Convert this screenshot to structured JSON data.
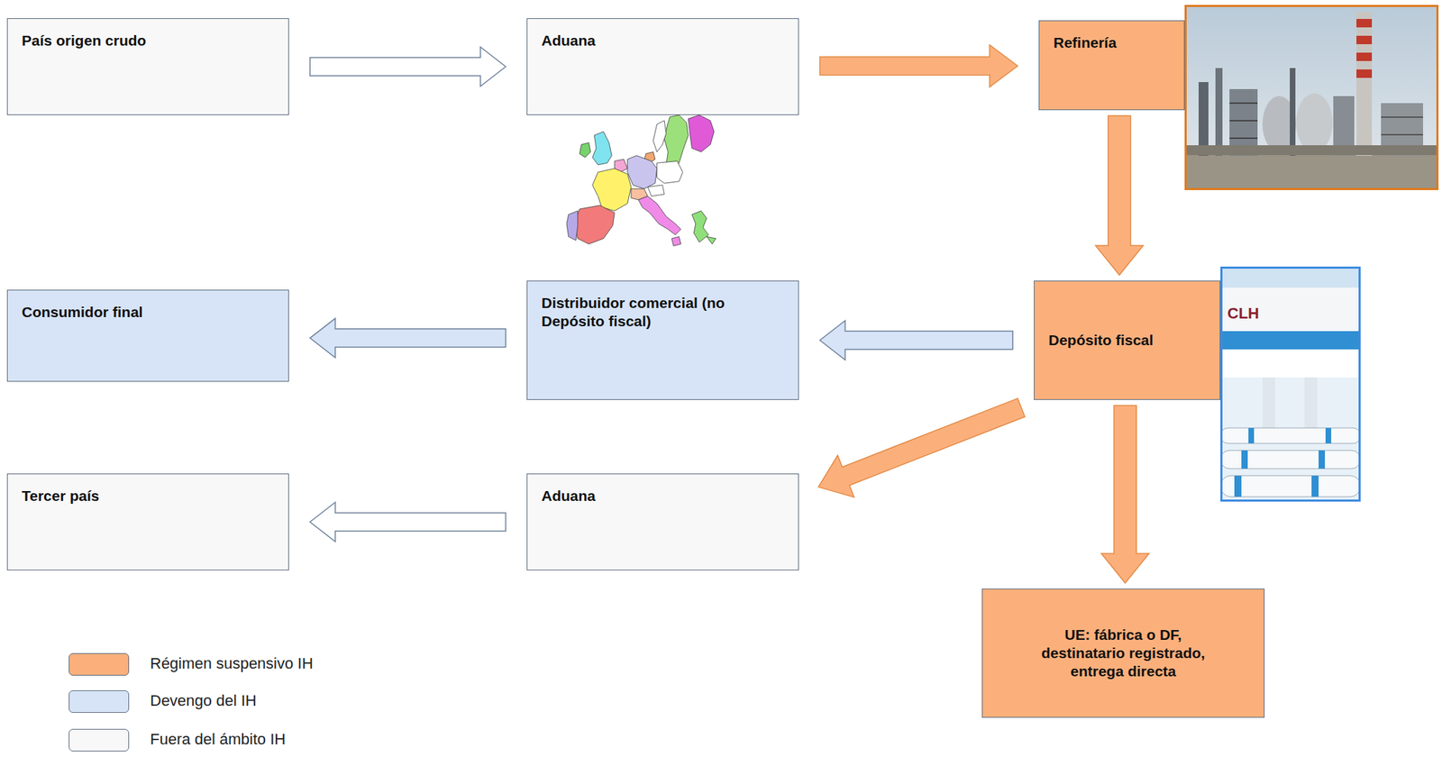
{
  "diagram": {
    "nodes": [
      {
        "text": [
          "País origen crudo"
        ]
      },
      {
        "text": [
          "Aduana"
        ]
      },
      {
        "text": [
          "Refinería"
        ]
      },
      {
        "text": [
          "Consumidor final"
        ]
      },
      {
        "text": [
          "Distribuidor comercial (no Depósito fiscal)"
        ]
      },
      {
        "text": [
          "Depósito fiscal"
        ]
      },
      {
        "text": [
          "Tercer país"
        ]
      },
      {
        "text": [
          "Aduana"
        ]
      },
      {
        "text": [
          "UE: fábrica o DF, destinatario registrado, entrega directa"
        ]
      }
    ],
    "edges": [
      {
        "from": 0,
        "to": 1,
        "arrow": "to"
      },
      {
        "from": 1,
        "to": 2,
        "arrow": "to"
      },
      {
        "from": 2,
        "to": 5,
        "arrow": "to"
      },
      {
        "from": 5,
        "to": 4,
        "arrow": "to"
      },
      {
        "from": 4,
        "to": 3,
        "arrow": "to"
      },
      {
        "from": 5,
        "to": 7,
        "arrow": "to"
      },
      {
        "from": 7,
        "to": 6,
        "arrow": "to"
      },
      {
        "from": 5,
        "to": 8,
        "arrow": "to"
      }
    ],
    "labels": [
      "CLH"
    ],
    "legend": [
      {
        "text": "Régimen suspensivo IH",
        "color": "#fbb07c"
      },
      {
        "text": "Devengo del IH",
        "color": "#d7e4f7"
      },
      {
        "text": "Fuera del ámbito IH",
        "color": "#f8f8f8"
      }
    ]
  }
}
